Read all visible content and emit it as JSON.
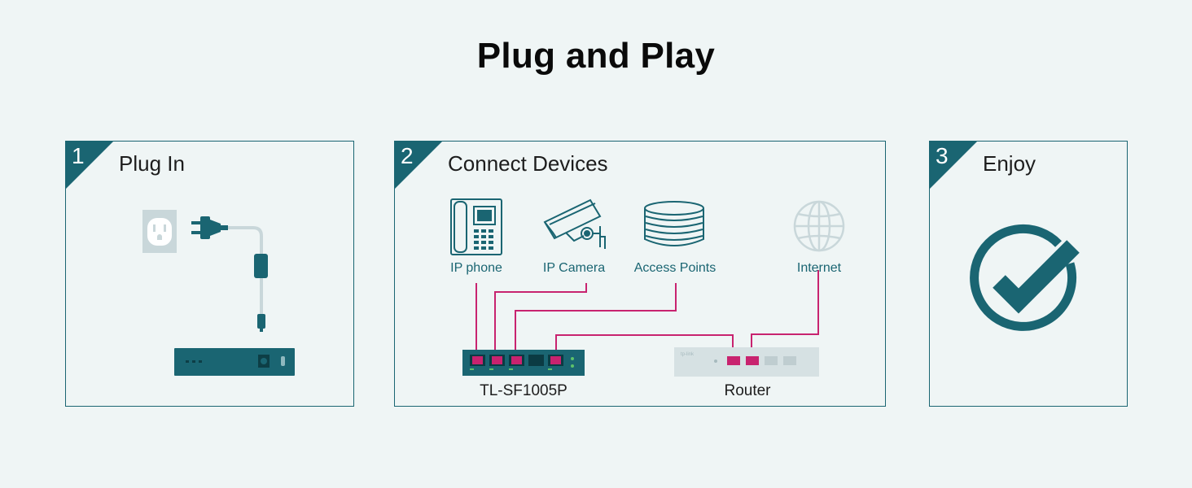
{
  "title": "Plug and Play",
  "colors": {
    "teal": "#1a6572",
    "magenta": "#c8236f",
    "background": "#eff5f5",
    "light_gray": "#c9d7da"
  },
  "steps": [
    {
      "number": "1",
      "title": "Plug In"
    },
    {
      "number": "2",
      "title": "Connect Devices"
    },
    {
      "number": "3",
      "title": "Enjoy"
    }
  ],
  "devices": {
    "ip_phone": {
      "label": "IP phone",
      "icon": "ip-phone-icon"
    },
    "ip_camera": {
      "label": "IP Camera",
      "icon": "ip-camera-icon"
    },
    "access_points": {
      "label": "Access Points",
      "icon": "access-point-icon"
    },
    "internet": {
      "label": "Internet",
      "icon": "globe-icon"
    }
  },
  "switch": {
    "label": "TL-SF1005P"
  },
  "router": {
    "label": "Router",
    "logo_text": "tp-link"
  }
}
